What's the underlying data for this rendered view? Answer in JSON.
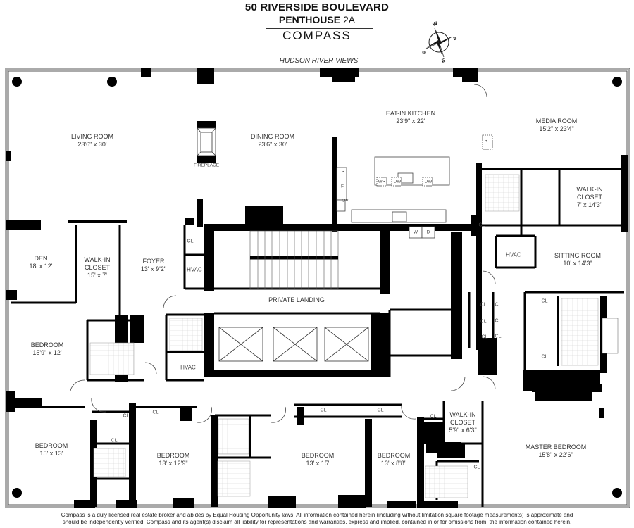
{
  "header": {
    "title": "50 RIVERSIDE BOULEVARD",
    "subtitle_main": "PENTHOUSE",
    "subtitle_unit": "2A",
    "brand": "COMPASS",
    "views_label": "HUDSON RIVER VIEWS"
  },
  "compass_rose": {
    "icon": "compass-rose-icon",
    "north": "N",
    "south": "S",
    "east": "E",
    "west": "W"
  },
  "rooms": {
    "living_room": {
      "name": "LIVING ROOM",
      "dim": "23'6\" x 30'"
    },
    "dining_room": {
      "name": "DINING ROOM",
      "dim": "23'6\" x 30'"
    },
    "fireplace": {
      "name": "FIREPLACE"
    },
    "kitchen": {
      "name": "EAT-IN KITCHEN",
      "dim": "23'9\" x 22'"
    },
    "media_room": {
      "name": "MEDIA ROOM",
      "dim": "15'2\" x 23'4\""
    },
    "walkin_closet_media": {
      "name1": "WALK-IN",
      "name2": "CLOSET",
      "dim": "7' x 14'3\""
    },
    "sitting_room": {
      "name": "SITTING ROOM",
      "dim": "10' x 14'3\""
    },
    "den": {
      "name": "DEN",
      "dim": "18' x 12'"
    },
    "walkin_closet_den": {
      "name1": "WALK-IN",
      "name2": "CLOSET",
      "dim": "15' x 7'"
    },
    "foyer": {
      "name": "FOYER",
      "dim": "13' x 9'2\""
    },
    "private_landing": {
      "name": "PRIVATE LANDING"
    },
    "bedroom_west": {
      "name": "BEDROOM",
      "dim": "15'9\" x 12'"
    },
    "bedroom_sw": {
      "name": "BEDROOM",
      "dim": "15' x 13'"
    },
    "bedroom_2": {
      "name": "BEDROOM",
      "dim": "13' x 12'9\""
    },
    "bedroom_3": {
      "name": "BEDROOM",
      "dim": "13' x 15'"
    },
    "bedroom_4": {
      "name": "BEDROOM",
      "dim": "13' x 8'8\""
    },
    "walkin_closet_master": {
      "name1": "WALK-IN",
      "name2": "CLOSET",
      "dim": "5'9\" x 6'3\""
    },
    "master_bedroom": {
      "name": "MASTER BEDROOM",
      "dim": "15'8\" x 22'6\""
    }
  },
  "labels": {
    "hvac": "HVAC",
    "closet": "CL",
    "washer": "W",
    "dryer": "D",
    "refrigerator": "R",
    "freezer": "F",
    "oven": "OV",
    "wine_refrigerator": "WR",
    "dishwasher": "DW"
  },
  "footer": {
    "line1": "Compass is a duly licensed real estate broker and abides by Equal Housing Opportunity laws.  All information contained herein (including without limitation square footage measurements) is approximate and",
    "line2": "should be independently verified. Compass and its agent(s) disclaim all liability for representations and warranties, express and implied, contained in or for omissions from, the information contained herein."
  }
}
